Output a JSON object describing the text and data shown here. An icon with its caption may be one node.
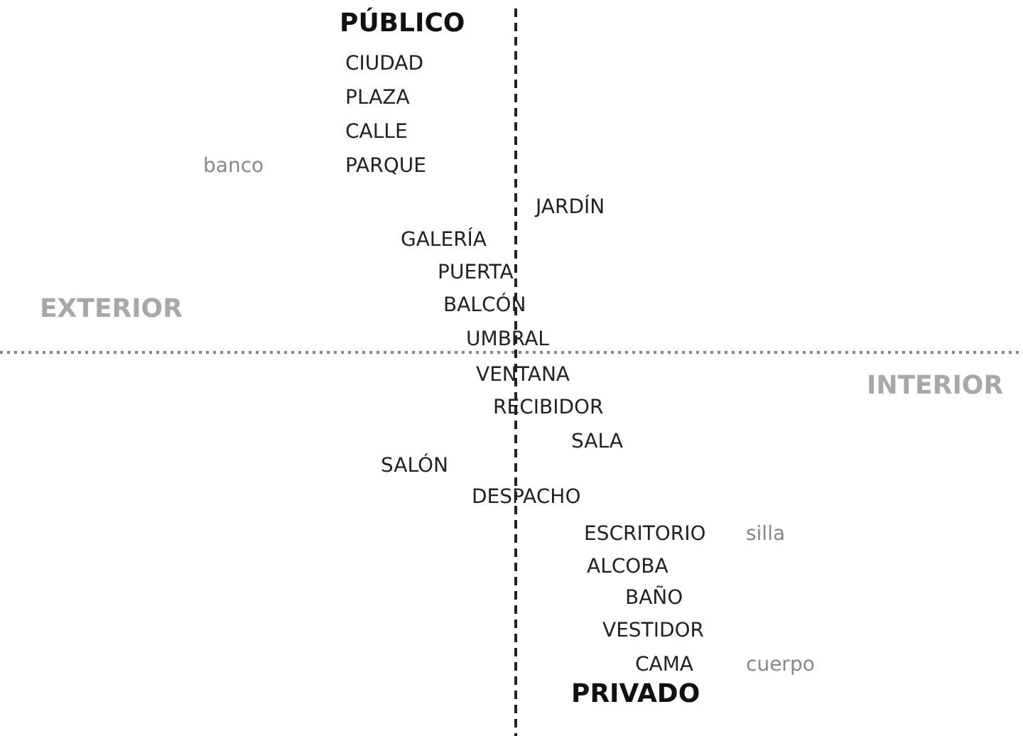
{
  "diagram": {
    "labels": [
      "PÚBLICO",
      "CIUDAD",
      "PLAZA",
      "CALLE",
      "banco",
      "PARQUE",
      "JARDÍN",
      "GALERÍA",
      "PUERTA",
      "EXTERIOR",
      "BALCÓN",
      "UMBRAL",
      "VENTANA",
      "INTERIOR",
      "RECIBIDOR",
      "SALA",
      "SALÓN",
      "DESPACHO",
      "ESCRITORIO",
      "silla",
      "ALCOBA",
      "BAÑO",
      "VESTIDOR",
      "CAMA",
      "cuerpo",
      "PRIVADO"
    ]
  }
}
